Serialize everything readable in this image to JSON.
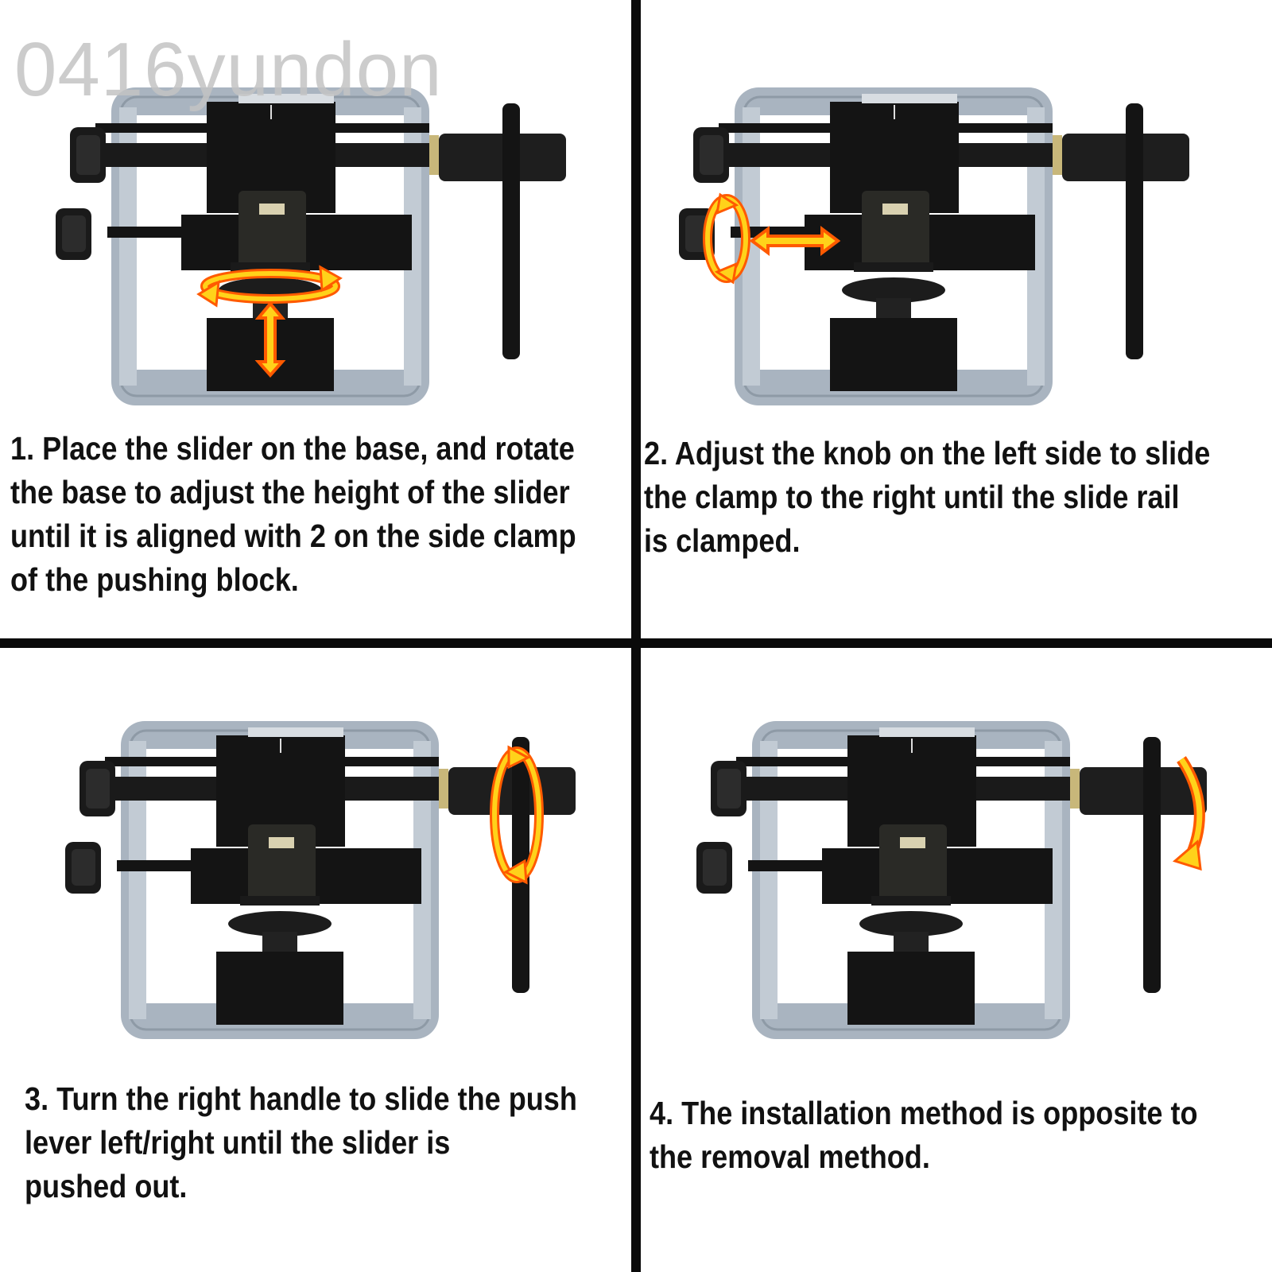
{
  "watermark": "0416yundon",
  "steps": [
    {
      "number": 1,
      "lines": [
        "1. Place the slider on the base, and rotate",
        "the base to adjust the height of the slider",
        "until it is aligned with 2 on the side clamp",
        "of the pushing block."
      ],
      "arrows": [
        "rotate-base-arrow-icon",
        "up-down-arrow-icon"
      ]
    },
    {
      "number": 2,
      "lines": [
        "2. Adjust the knob on the left side to slide",
        "the clamp to the right until the slide rail",
        "is clamped."
      ],
      "arrows": [
        "rotate-knob-arrow-icon",
        "left-right-arrow-icon"
      ]
    },
    {
      "number": 3,
      "lines": [
        "3. Turn the right handle to slide the push",
        "lever left/right until the slider is",
        "pushed out."
      ],
      "arrows": [
        "rotate-handle-arrow-icon"
      ]
    },
    {
      "number": 4,
      "lines": [
        "4. The installation method is opposite to",
        "the removal method."
      ],
      "arrows": [
        "rotate-handle-down-arrow-icon"
      ]
    }
  ],
  "colors": {
    "frame": "#a9b4c0",
    "frame_dark": "#7f8b98",
    "metal_black": "#141414",
    "arrow_fill": "#ffd21a",
    "arrow_stroke": "#ff5a00",
    "divider": "#0a0a0a"
  }
}
